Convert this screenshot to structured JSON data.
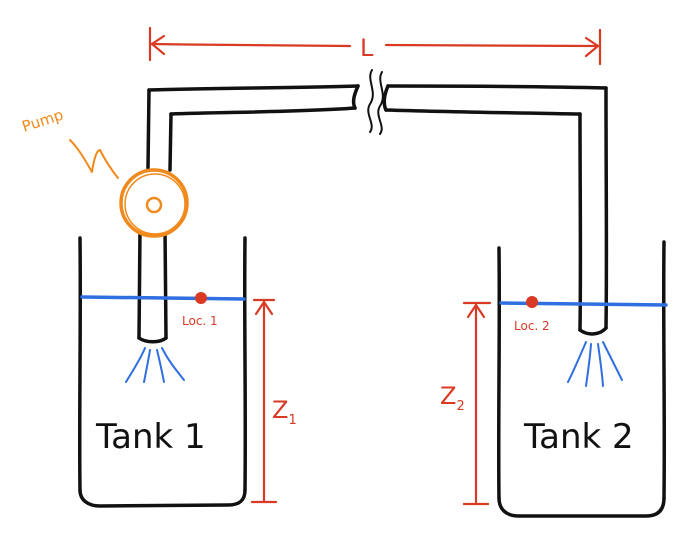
{
  "labels": {
    "length": "L",
    "pump": "Pump",
    "tank1": "Tank 1",
    "tank2": "Tank 2",
    "loc1": "Loc. 1",
    "loc2": "Loc. 2",
    "z1": "Z",
    "z1_sub": "1",
    "z2": "Z",
    "z2_sub": "2"
  },
  "colors": {
    "pipe": "#111111",
    "water": "#2f6fe0",
    "dimension": "#d93a23",
    "pump": "#f08a1c"
  }
}
